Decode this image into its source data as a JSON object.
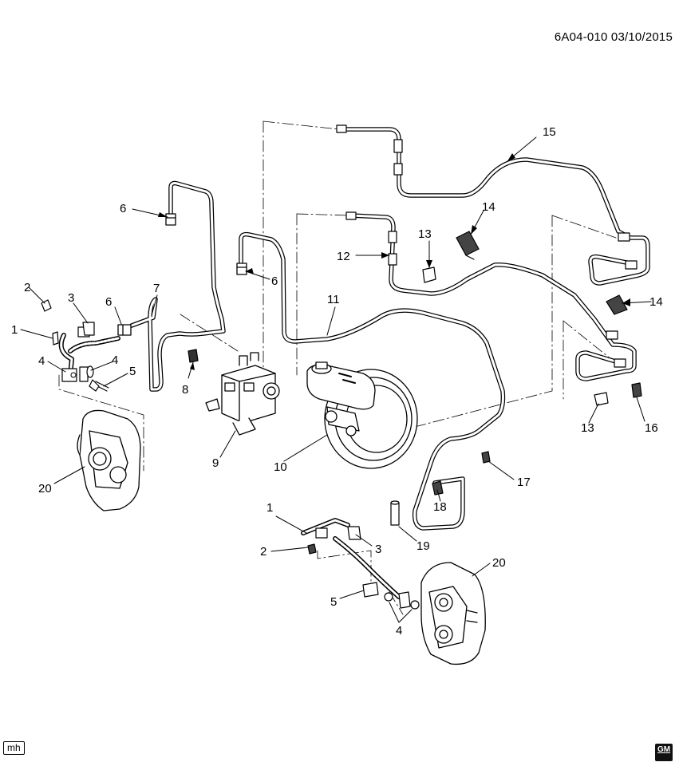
{
  "header": {
    "diagram_code": "6A04-010 03/10/2015"
  },
  "footer": {
    "tag": "mh"
  },
  "logo": {
    "text": "GM"
  },
  "callouts": {
    "c1a": "1",
    "c1b": "1",
    "c2a": "2",
    "c2b": "2",
    "c3a": "3",
    "c3b": "3",
    "c4a": "4",
    "c4b": "4",
    "c4c": "4",
    "c5a": "5",
    "c5b": "5",
    "c6a": "6",
    "c6b": "6",
    "c6c": "6",
    "c7": "7",
    "c8": "8",
    "c9": "9",
    "c10": "10",
    "c11": "11",
    "c12": "12",
    "c13a": "13",
    "c13b": "13",
    "c14a": "14",
    "c14b": "14",
    "c15": "15",
    "c16": "16",
    "c17": "17",
    "c18": "18",
    "c19": "19",
    "c20a": "20",
    "c20b": "20"
  }
}
